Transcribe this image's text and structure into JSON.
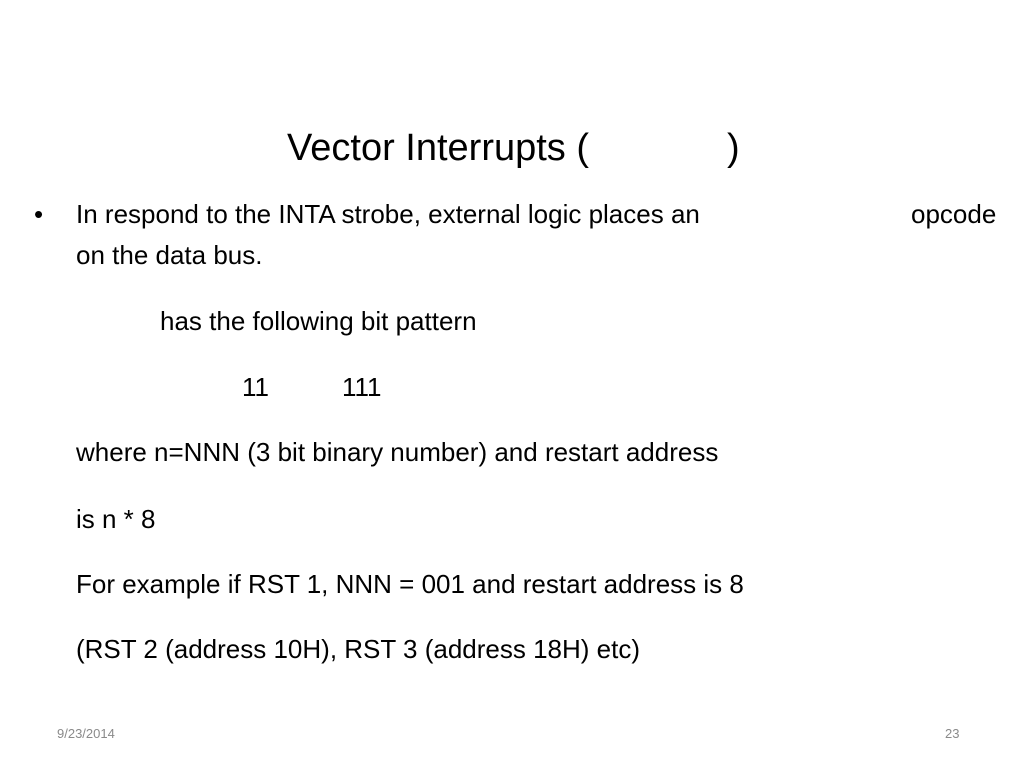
{
  "slide": {
    "title_text": "Vector Interrupts (",
    "title_close": ")",
    "bullet_glyph": "•",
    "bullet_line1_a": "In respond to the INTA strobe, external logic places an",
    "bullet_line1_b": "opcode",
    "bullet_line2": "on the data bus.",
    "pattern_intro": "has the following bit pattern",
    "bits_a": "11",
    "bits_b": "111",
    "line_where": "where n=NNN (3 bit binary number) and restart address",
    "line_is": "is n * 8",
    "line_example": "For example if RST 1, NNN = 001 and restart address is 8",
    "line_rst": "(RST 2 (address 10H), RST 3 (address 18H) etc)"
  },
  "footer": {
    "date": "9/23/2014",
    "page_number": "23"
  }
}
